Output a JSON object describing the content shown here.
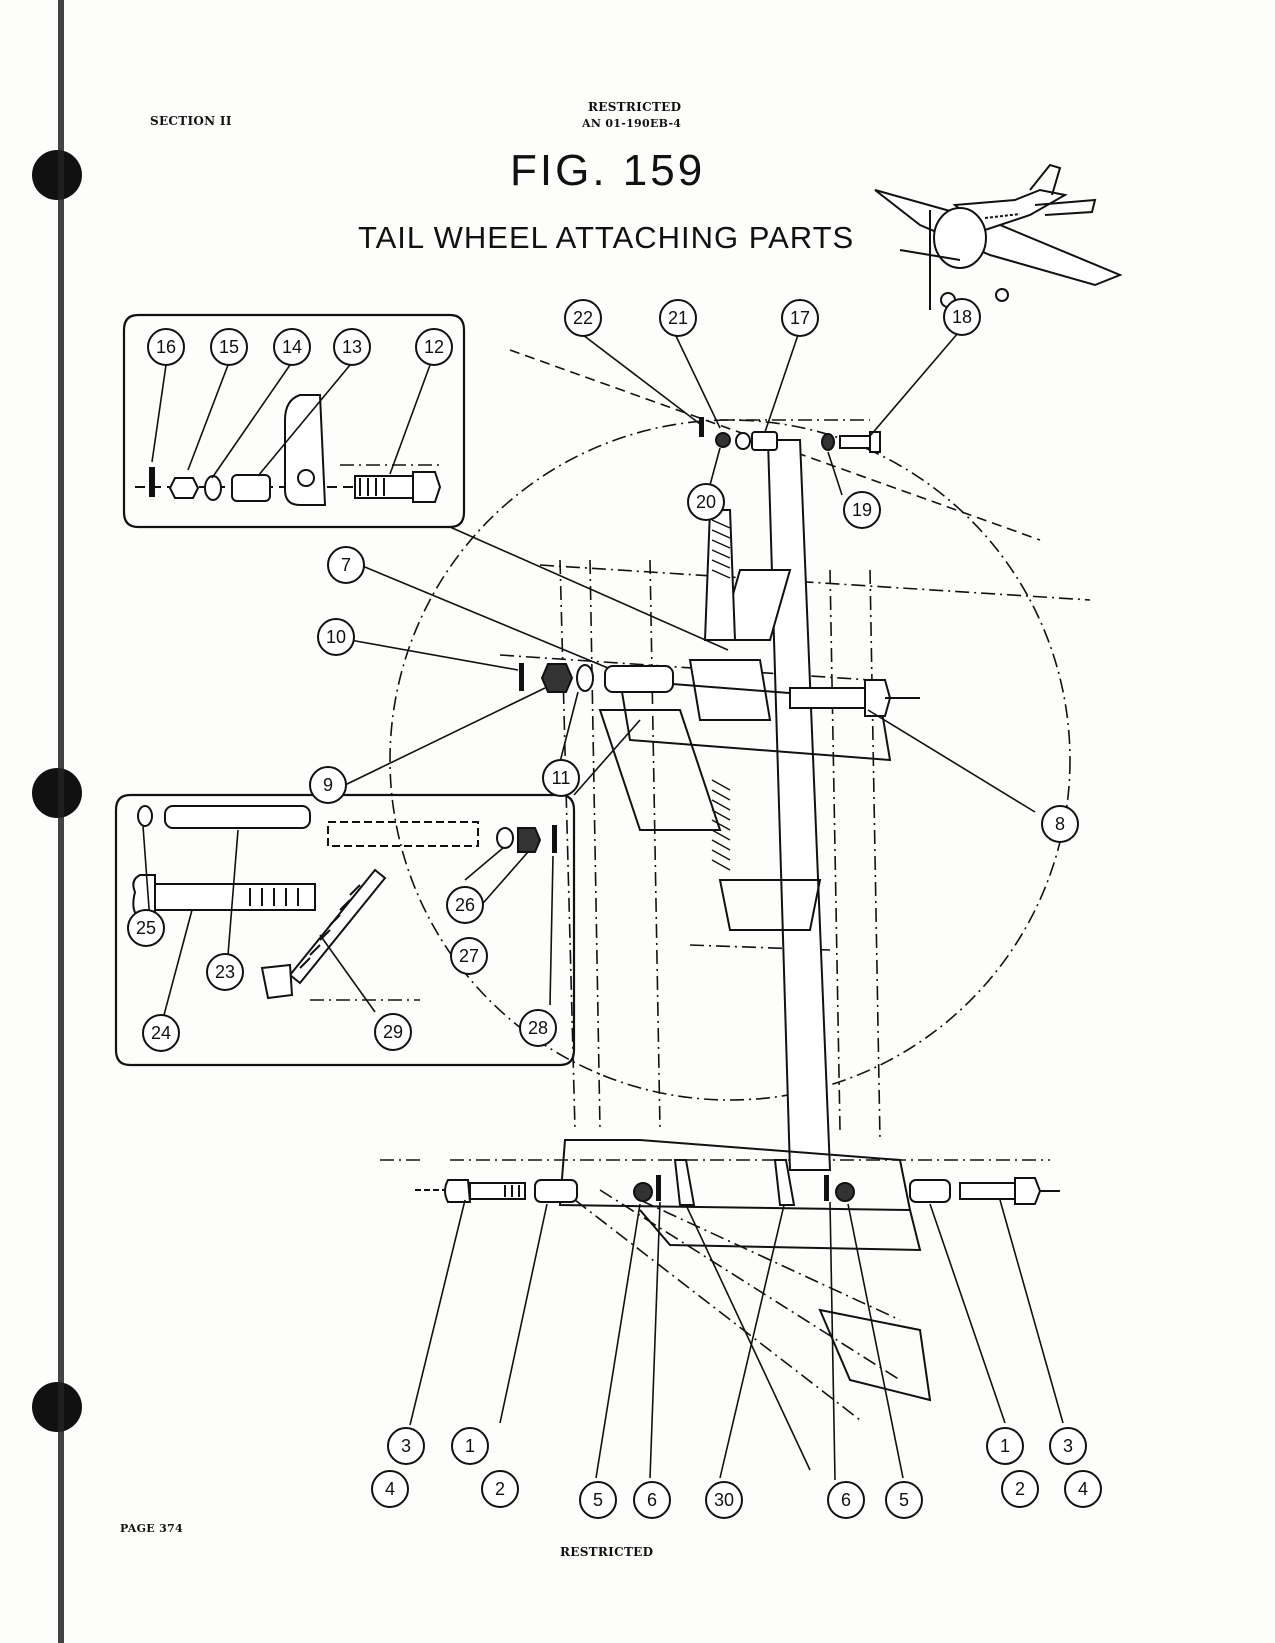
{
  "header": {
    "section": "SECTION II",
    "classification": "RESTRICTED",
    "document_number": "AN 01-190EB-4"
  },
  "figure": {
    "number": "FIG. 159",
    "title": "TAIL WHEEL ATTACHING PARTS"
  },
  "footer": {
    "page": "PAGE 374",
    "classification": "RESTRICTED"
  },
  "callouts": [
    "1",
    "2",
    "3",
    "4",
    "5",
    "6",
    "7",
    "8",
    "9",
    "10",
    "11",
    "12",
    "13",
    "14",
    "15",
    "16",
    "17",
    "18",
    "19",
    "20",
    "21",
    "22",
    "23",
    "24",
    "25",
    "26",
    "27",
    "28",
    "29",
    "30",
    "5",
    "6",
    "1",
    "2",
    "3",
    "4"
  ]
}
